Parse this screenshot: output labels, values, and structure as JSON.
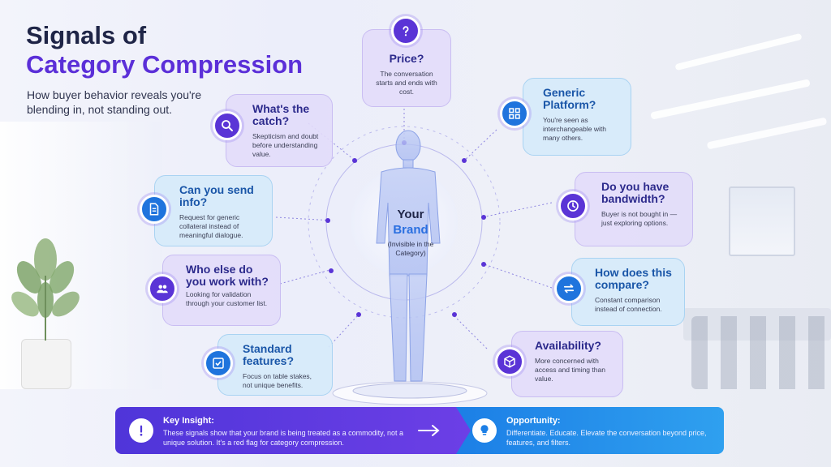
{
  "header": {
    "title_line1": "Signals of",
    "title_line2": "Category Compression",
    "subtitle": "How buyer behavior reveals you're blending in, not standing out."
  },
  "center": {
    "line1": "Your",
    "line2": "Brand",
    "note": "(Invisible in the Category)"
  },
  "signals": [
    {
      "title": "Price?",
      "desc": "The conversation starts and ends with cost.",
      "icon": "question-icon"
    },
    {
      "title": "What's the catch?",
      "desc": "Skepticism and doubt before understanding value.",
      "icon": "search-icon"
    },
    {
      "title": "Can you send info?",
      "desc": "Request for generic collateral instead of meaningful dialogue.",
      "icon": "document-icon"
    },
    {
      "title": "Who else do you work with?",
      "desc": "Looking for validation through your customer list.",
      "icon": "people-icon"
    },
    {
      "title": "Standard features?",
      "desc": "Focus on table stakes, not unique benefits.",
      "icon": "checkbox-icon"
    },
    {
      "title": "Generic Platform?",
      "desc": "You're seen as interchangeable with many others.",
      "icon": "grid-icon"
    },
    {
      "title": "Do you have bandwidth?",
      "desc": "Buyer is not bought in —just exploring options.",
      "icon": "clock-icon"
    },
    {
      "title": "How does this compare?",
      "desc": "Constant comparison instead of connection.",
      "icon": "swap-icon"
    },
    {
      "title": "Availability?",
      "desc": "More concerned with access and timing than value.",
      "icon": "cube-icon"
    }
  ],
  "insight": {
    "title": "Key Insight:",
    "text": "These signals show that your brand is being treated as a commodity, not a unique solution. It's a red flag for category compression."
  },
  "opportunity": {
    "title": "Opportunity:",
    "text": "Differentiate. Educate. Elevate the conversation beyond price, features, and filters."
  },
  "colors": {
    "purple": "#5a34d6",
    "blue": "#1f74dd",
    "title_dark": "#1f2547",
    "title_accent": "#5b2fd8"
  }
}
